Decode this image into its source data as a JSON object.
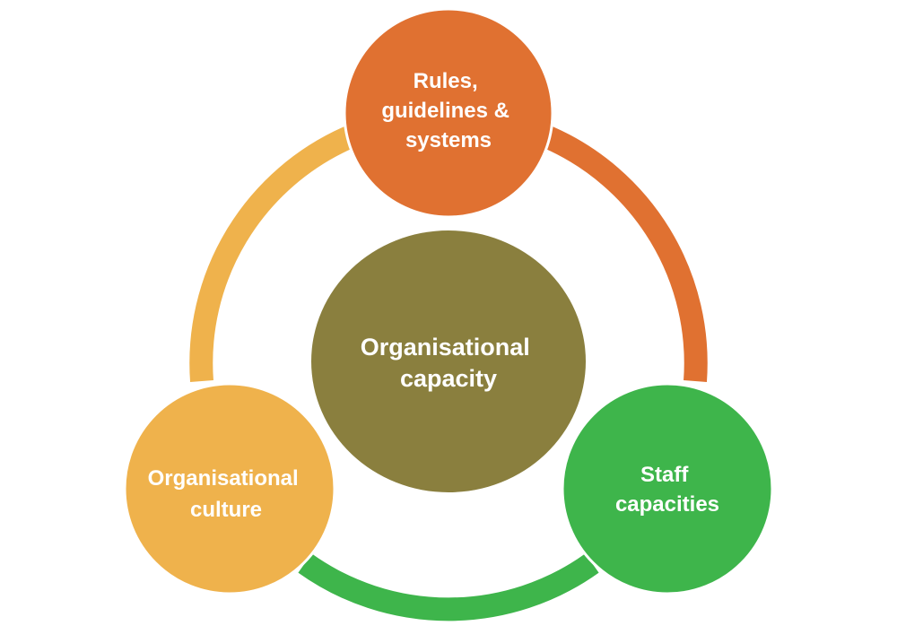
{
  "center": {
    "lines": [
      "Organisational",
      "capacity"
    ],
    "color": "#8a7f3e"
  },
  "nodes": {
    "rules": {
      "lines": [
        "Rules,",
        "guidelines &",
        "systems"
      ],
      "color": "#e07131"
    },
    "staff": {
      "lines": [
        "Staff",
        "capacities"
      ],
      "color": "#3eb54b"
    },
    "culture": {
      "lines": [
        "Organisational",
        "culture"
      ],
      "color": "#efb24c"
    }
  },
  "arcs": {
    "rules_to_staff": {
      "color": "#e07131"
    },
    "staff_to_culture": {
      "color": "#3eb54b"
    },
    "culture_to_rules": {
      "color": "#efb24c"
    }
  }
}
